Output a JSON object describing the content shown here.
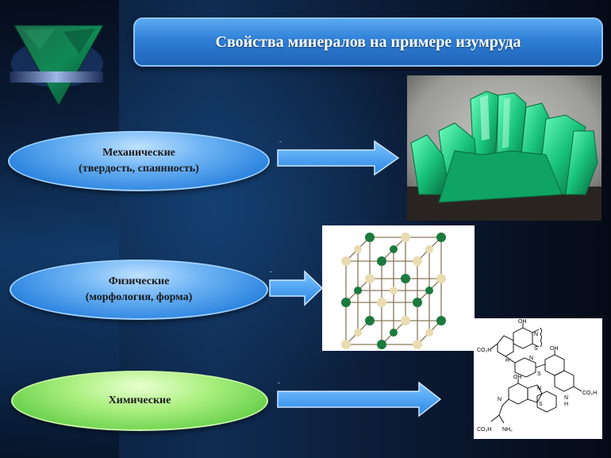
{
  "slide": {
    "title": "Свойства минералов на примере изумруда",
    "properties": [
      {
        "line1": "Механические",
        "line2": "(твердость, спаянность)"
      },
      {
        "line1": "Физические",
        "line2": "(морфология, форма)"
      },
      {
        "line1": "Химические"
      }
    ],
    "formula_labels": {
      "oh1": "OH",
      "oh2": "OH",
      "oh3": "OH",
      "n1": "N",
      "s1": "S",
      "n2": "N",
      "s2": "S",
      "n3": "N",
      "s3": "S",
      "n4": "N",
      "n5": "N",
      "co2h1": "CO₂H",
      "co2h2": "CO₂H",
      "co2h3": "CO₂H",
      "h1": "H",
      "h2": "H",
      "nh2": "NH₂"
    }
  }
}
